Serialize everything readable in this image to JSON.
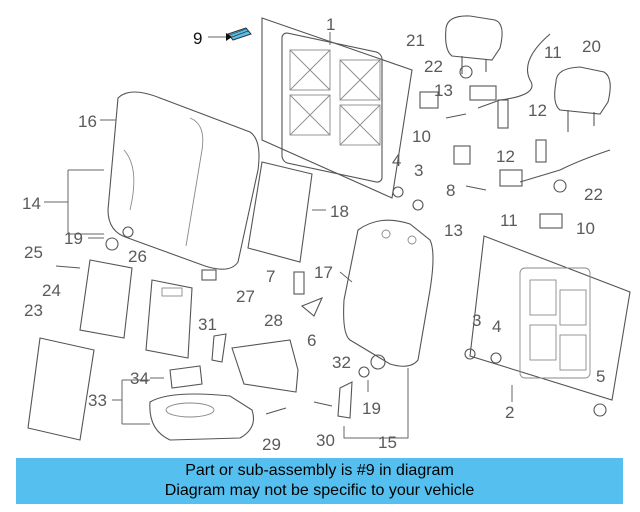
{
  "diagram": {
    "callouts": {
      "c1": "1",
      "c2": "2",
      "c3a": "3",
      "c3b": "3",
      "c4a": "4",
      "c4b": "4",
      "c5": "5",
      "c6": "6",
      "c7": "7",
      "c8": "8",
      "c9": "9",
      "c10a": "10",
      "c10b": "10",
      "c11a": "11",
      "c11b": "11",
      "c12a": "12",
      "c12b": "12",
      "c13a": "13",
      "c13b": "13",
      "c14": "14",
      "c15": "15",
      "c16": "16",
      "c17": "17",
      "c18": "18",
      "c19a": "19",
      "c19b": "19",
      "c20": "20",
      "c21": "21",
      "c22a": "22",
      "c22b": "22",
      "c23": "23",
      "c24": "24",
      "c25": "25",
      "c26": "26",
      "c27": "27",
      "c28": "28",
      "c29": "29",
      "c30": "30",
      "c31": "31",
      "c32": "32",
      "c33": "33",
      "c34": "34"
    },
    "highlight_color": "#55c0f0"
  },
  "banner": {
    "line1": "Part or sub-assembly is #9 in diagram",
    "line2": "Diagram may not be specific to your vehicle",
    "background": "#55c0f0"
  }
}
